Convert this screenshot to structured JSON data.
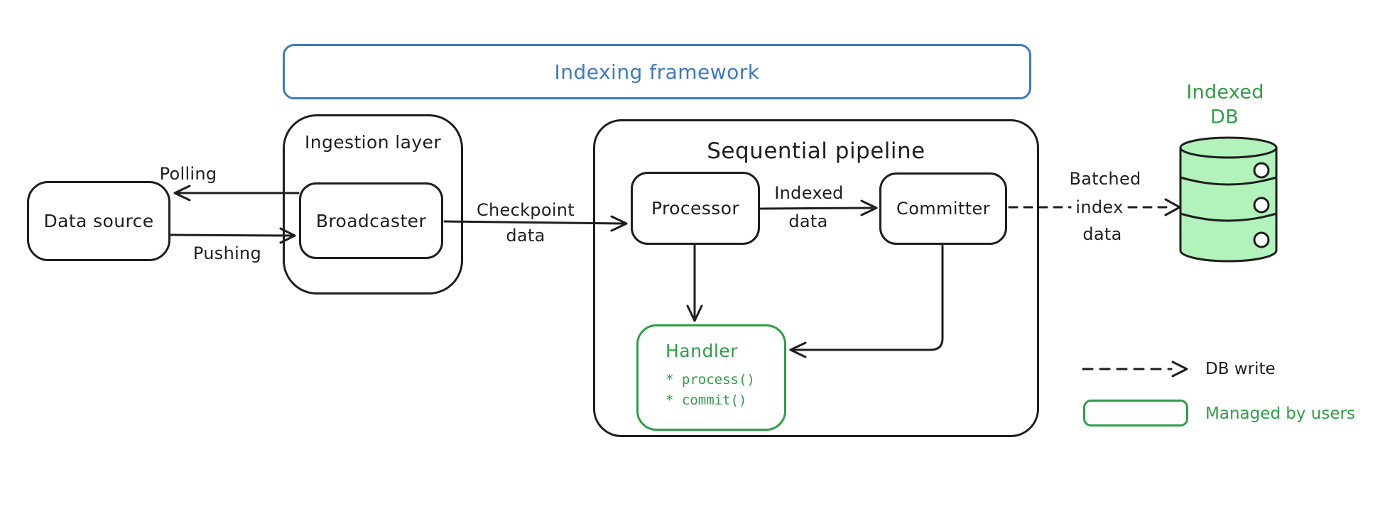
{
  "frame": {
    "title": "Indexing framework"
  },
  "boxes": {
    "data_source": "Data source",
    "ingestion_layer": "Ingestion layer",
    "broadcaster": "Broadcaster",
    "sequential_pipeline": "Sequential pipeline",
    "processor": "Processor",
    "committer": "Committer"
  },
  "handler": {
    "title": "Handler",
    "methods": [
      "* process()",
      "* commit()"
    ]
  },
  "database": {
    "name_line1": "Indexed",
    "name_line2": "DB"
  },
  "edge_labels": {
    "polling": "Polling",
    "pushing": "Pushing",
    "checkpoint_line1": "Checkpoint",
    "checkpoint_line2": "data",
    "indexed_line1": "Indexed",
    "indexed_line2": "data",
    "batched_line1": "Batched",
    "batched_line2": "index",
    "batched_line3": "data"
  },
  "legend": {
    "db_write": "DB write",
    "managed_by_users": "Managed by users"
  },
  "colors": {
    "ink": "#1e1e1e",
    "blue": "#3d79c4",
    "green": "#2f9e44",
    "green_fill": "#b2f2bb"
  }
}
